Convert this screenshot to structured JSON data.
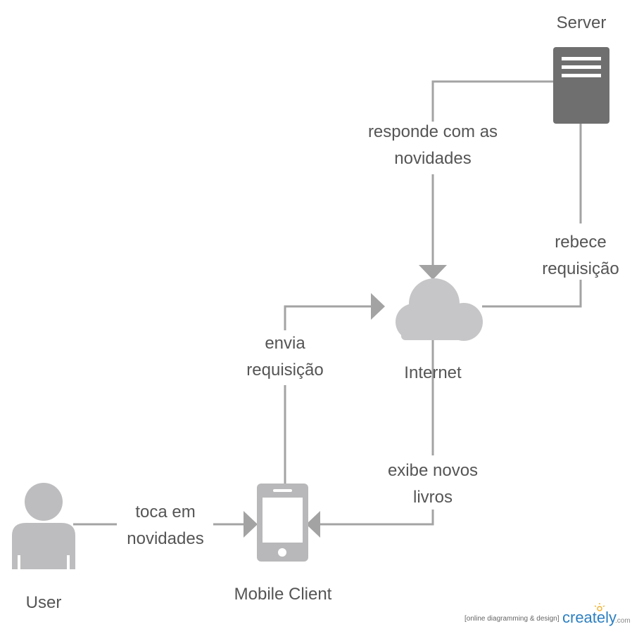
{
  "nodes": {
    "server": "Server",
    "internet": "Internet",
    "user": "User",
    "mobile_client": "Mobile Client"
  },
  "edges": {
    "responde": [
      "responde com as",
      "novidades"
    ],
    "rebece": [
      "rebece",
      "requisição"
    ],
    "envia": [
      "envia",
      "requisição"
    ],
    "exibe": [
      "exibe novos",
      "livros"
    ],
    "toca": [
      "toca em",
      "novidades"
    ]
  },
  "watermark": {
    "tagline": "[online diagramming & design]",
    "brand": "creately",
    "suffix": ".com"
  },
  "colors": {
    "line": "#a3a3a3",
    "server": "#6f6f70",
    "cloud": "#c6c6c8",
    "user": "#bdbdbf",
    "phone": "#b8b8ba",
    "brand": "#2d7fc1"
  }
}
